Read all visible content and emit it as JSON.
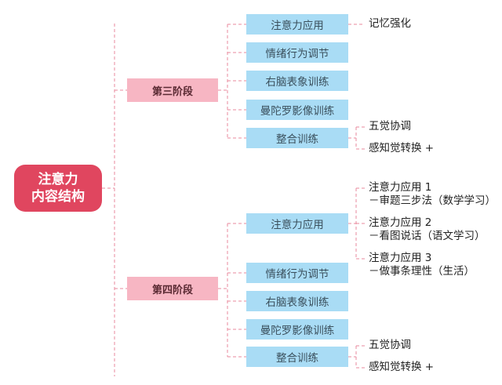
{
  "root": {
    "line1": "注意力",
    "line2": "内容结构"
  },
  "stages": [
    {
      "label": "第三阶段",
      "items": [
        "注意力应用",
        "情绪行为调节",
        "右脑表象训练",
        "曼陀罗影像训练",
        "整合训练"
      ],
      "notes": {
        "apply": [
          "记忆强化"
        ],
        "integrate": [
          "五觉协调",
          "感知觉转换 +"
        ]
      }
    },
    {
      "label": "第四阶段",
      "items": [
        "注意力应用",
        "情绪行为调节",
        "右脑表象训练",
        "曼陀罗影像训练",
        "整合训练"
      ],
      "notes": {
        "apply": [
          {
            "title": "注意力应用 1",
            "detail": "－审题三步法（数学学习）"
          },
          {
            "title": "注意力应用 2",
            "detail": "－看图说话（语文学习）"
          },
          {
            "title": "注意力应用 3",
            "detail": "－做事条理性（生活）"
          }
        ],
        "integrate": [
          "五觉协调",
          "感知觉转换 +"
        ]
      }
    }
  ],
  "colors": {
    "root": "#e0465f",
    "stage": "#f7b6c3",
    "item": "#a9dcf5",
    "connector": "#e88a9c"
  }
}
